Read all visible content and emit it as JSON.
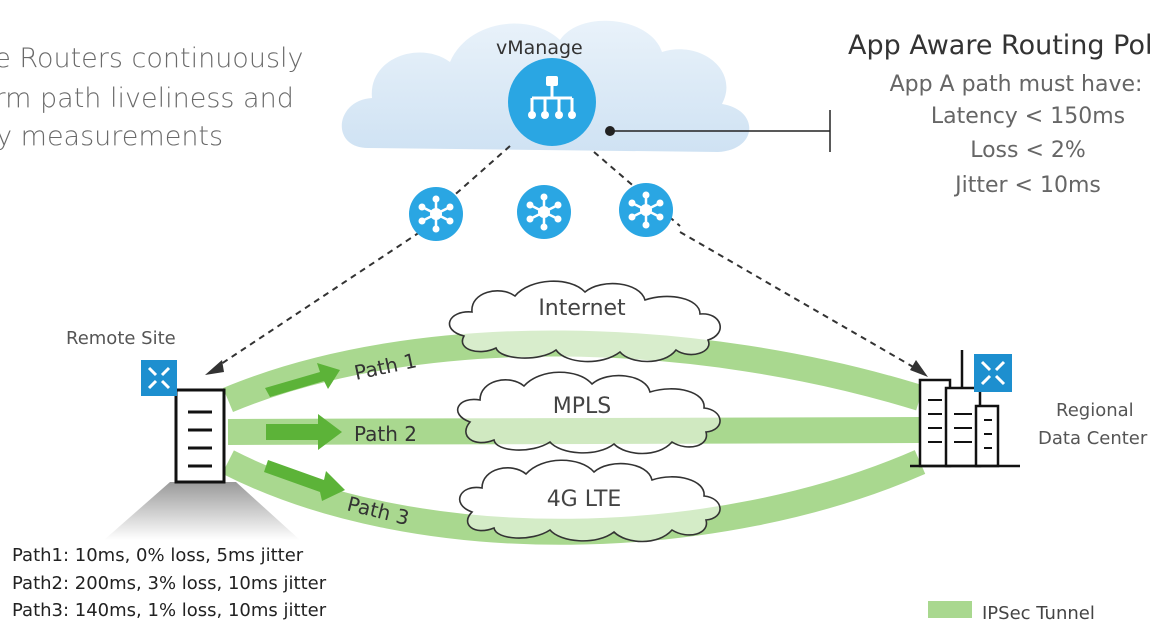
{
  "intro_text": [
    "ge Routers continuously",
    "orm path liveliness and",
    "ity measurements"
  ],
  "vmanage_label": "vManage",
  "policy": {
    "title": "App Aware Routing Pol",
    "subtitle": "App A path must have:",
    "rules": [
      "Latency < 150ms",
      "Loss < 2%",
      "Jitter < 10ms"
    ]
  },
  "remote_site_label": "Remote Site",
  "datacenter_label": [
    "Regional",
    "Data Center"
  ],
  "transports": [
    "Internet",
    "MPLS",
    "4G LTE"
  ],
  "paths": [
    "Path 1",
    "Path 2",
    "Path 3"
  ],
  "path_stats": [
    "Path1: 10ms, 0% loss, 5ms jitter",
    "Path2: 200ms, 3% loss, 10ms jitter",
    "Path3: 140ms, 1% loss, 10ms jitter"
  ],
  "legend": {
    "label": "IPSec Tunnel",
    "color": "#a9d88f"
  },
  "colors": {
    "tunnel": "#a9d88f",
    "arrow": "#5cb338",
    "router": "#1d8fcf",
    "icon": "#2aa6e3",
    "cloud": "#dcebf7"
  },
  "icons": {
    "vmanage": "vmanage-icon",
    "controller": "controller-icon",
    "router": "router-icon",
    "remote_building": "building-icon",
    "datacenter_building": "datacenter-icon"
  }
}
